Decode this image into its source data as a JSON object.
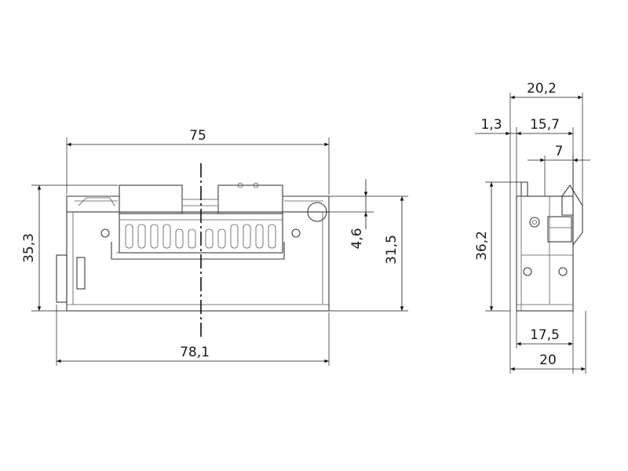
{
  "front_view": {
    "dims": {
      "overall_top_width": "75",
      "overall_bottom_width": "78,1",
      "left_height": "35,3",
      "right_small_height": "4,6",
      "right_height": "31,5"
    }
  },
  "side_view": {
    "dims": {
      "top_width": "20,2",
      "offset_small": "1,3",
      "offset_mid": "15,7",
      "offset_latch": "7",
      "height": "36,2",
      "bottom_inner_width": "17,5",
      "bottom_width": "20"
    }
  }
}
